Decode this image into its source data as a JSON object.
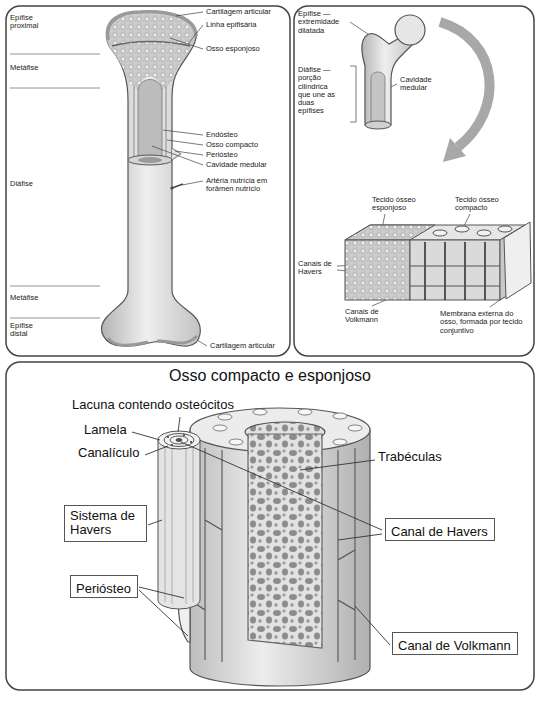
{
  "diagram": {
    "title": "Osso compacto e esponjoso",
    "nodes": [
      {
        "text": [
          "Sistema de Havers"
        ]
      },
      {
        "text": [
          "Canal de Havers"
        ]
      },
      {
        "text": [
          "Periósteo"
        ]
      },
      {
        "text": [
          "Canal de Volkmann"
        ]
      }
    ],
    "labels": [
      "Epífise proximal",
      "Cartilagem articular",
      "Linha epifisária",
      "Metáfise",
      "Osso esponjoso",
      "Endósteo",
      "Osso compacto",
      "Periósteo",
      "Cavidade medular",
      "Diáfise",
      "Artéria nutrícia em forâmen nutrício",
      "Metáfise",
      "Epífise distal",
      "Cartilagem articular",
      "Epífise — extremidade dilatada",
      "Diáfise — porção cilíndrica que une as duas epífises",
      "Cavidade medular",
      "Tecido ósseo esponjoso",
      "Tecido ósseo compacto",
      "Canais de Havers",
      "Canais de Volkmann",
      "Membrana externa do osso, formada por tecido conjuntivo",
      "Lacuna contendo osteócitos",
      "Lamela",
      "Canalículo",
      "Trabéculas"
    ]
  }
}
